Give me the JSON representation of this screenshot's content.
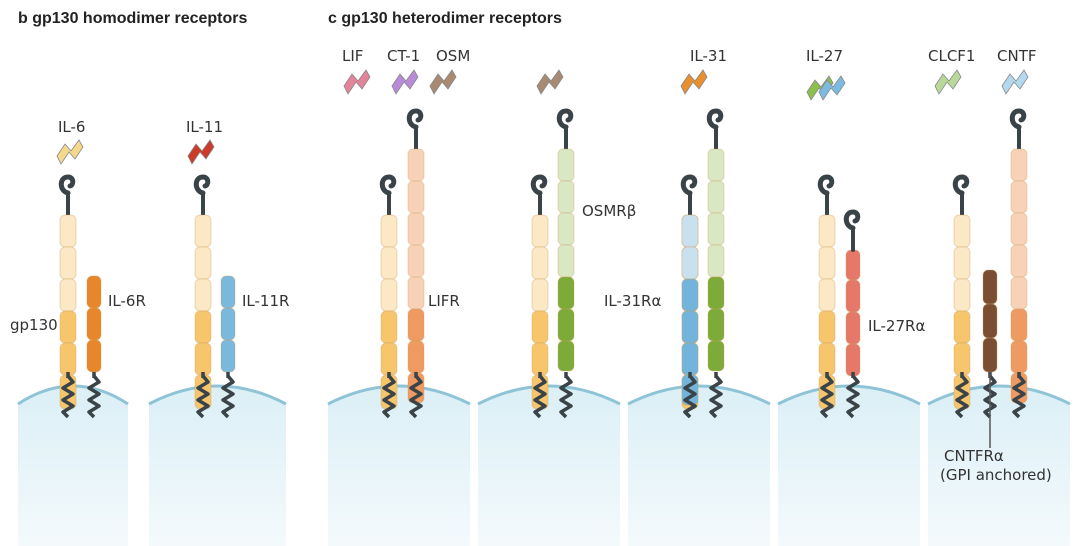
{
  "panel_b": {
    "letter": "b",
    "title": "gp130 homodimer receptors",
    "labels": {
      "il6": "IL-6",
      "il6r": "IL-6R",
      "gp130": "gp130",
      "il11": "IL-11",
      "il11r": "IL-11R"
    }
  },
  "panel_c": {
    "letter": "c",
    "title": "gp130 heterodimer receptors",
    "labels": {
      "lif": "LIF",
      "ct1": "CT-1",
      "osm": "OSM",
      "lifr": "LIFR",
      "osmrb": "OSMRβ",
      "il31": "IL-31",
      "il31ra": "IL-31Rα",
      "il27": "IL-27",
      "il27ra": "IL-27Rα",
      "clcf1": "CLCF1",
      "cntf": "CNTF",
      "cntfra": "CNTFRα",
      "gpi": "(GPI anchored)"
    }
  },
  "colors": {
    "gp130_light": "#fbe8c4",
    "gp130_dark": "#f6c56c",
    "il6": "#f5d98a",
    "il6r": "#e7862a",
    "il11": "#cc3a2a",
    "il11r": "#7ab8dc",
    "lif": "#e4849a",
    "ct1": "#b98ad8",
    "osm": "#a88a72",
    "lifr_light": "#f8d2b8",
    "lifr_dark": "#ee9a62",
    "osmr_light": "#d9e8c3",
    "osmr_dark": "#7cab3a",
    "il31": "#e88f2e",
    "il31ra_light": "#c9e0ee",
    "il31ra_dark": "#72b4dc",
    "il27_green": "#8cbf4e",
    "il27_blue": "#7cbbe0",
    "il27ra": "#e6786a",
    "clcf1": "#b8d99a",
    "cntf": "#b4d8ee",
    "cntfra": "#7a4e32",
    "membrane": "#cde8f1",
    "stem": "#3a4448"
  }
}
